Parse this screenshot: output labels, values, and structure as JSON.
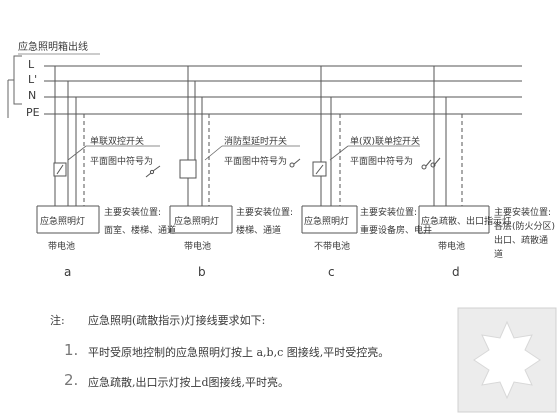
{
  "header": {
    "title": "应急照明箱出线"
  },
  "buses": [
    "L",
    "L'",
    "N",
    "PE"
  ],
  "circuits": [
    {
      "id": "a",
      "switch_label": "单联双控开关",
      "symbol_label": "平面图中符号为",
      "lamp": "应急照明灯",
      "install_title": "主要安装位置:",
      "install_text": "面室、楼梯、通道",
      "battery": "带电池",
      "letter": "a"
    },
    {
      "id": "b",
      "switch_label": "消防型延时开关",
      "symbol_label": "平面图中符号为",
      "lamp": "应急照明灯",
      "install_title": "主要安装位置:",
      "install_text": "楼梯、通道",
      "battery": "带电池",
      "letter": "b"
    },
    {
      "id": "c",
      "switch_label": "单(双)联单控开关",
      "symbol_label": "平面图中符号为",
      "lamp": "应急照明灯",
      "install_title": "主要安装位置:",
      "install_text": "重要设备房、电井",
      "battery": "不带电池",
      "letter": "c"
    },
    {
      "id": "d",
      "lamp": "应急疏散、出口指示灯",
      "install_title": "主要安装位置:",
      "install_text": "各层(防火分区)出口、疏散通道",
      "battery": "带电池",
      "letter": "d"
    }
  ],
  "notes": {
    "label": "注:",
    "intro": "应急照明(疏散指示)灯接线要求如下:",
    "items": [
      {
        "num": "1.",
        "text": "平时受原地控制的应急照明灯按上 a,b,c 图接线,平时受控亮。"
      },
      {
        "num": "2.",
        "text": "应急疏散,出口示灯按上d图接线,平时亮。"
      }
    ]
  }
}
